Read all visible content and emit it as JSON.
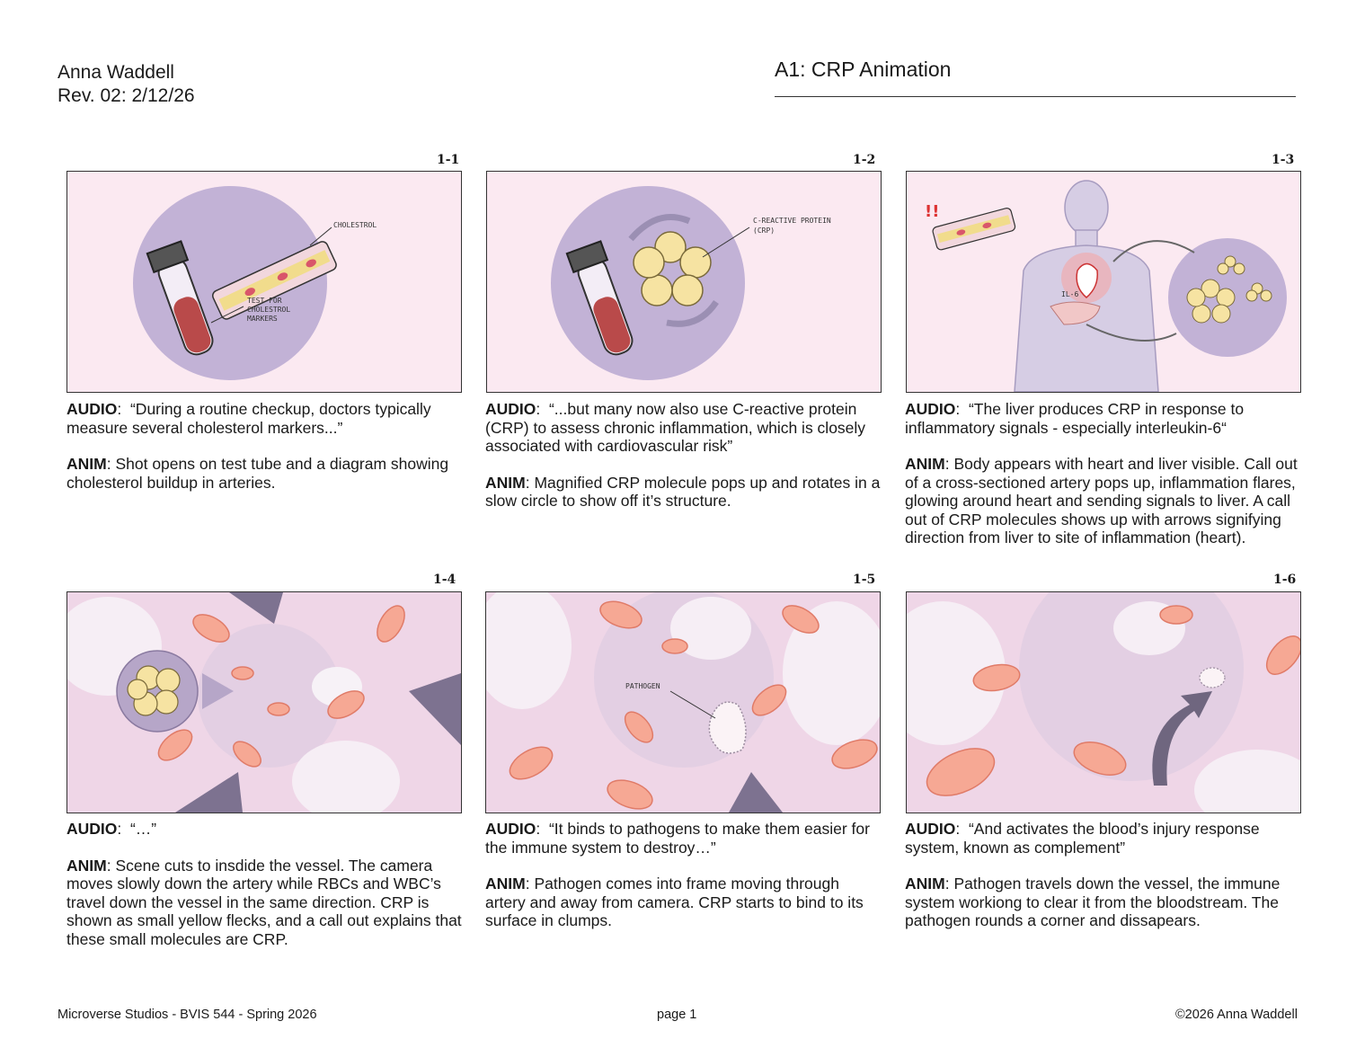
{
  "header": {
    "author": "Anna Waddell",
    "revision": "Rev. 02: 2/12/26",
    "title": "A1: CRP Animation"
  },
  "panels": [
    {
      "number": "1-1",
      "audio_label": "AUDIO",
      "audio": "“During a routine checkup, doctors typically measure several cholesterol markers...”",
      "anim_label": "ANIM",
      "anim": "Shot opens on test tube and a diagram showing cholesterol buildup in arteries.",
      "labels": [
        "CHOLESTROL",
        "TEST FOR",
        "CHOLESTROL",
        "MARKERS"
      ]
    },
    {
      "number": "1-2",
      "audio_label": "AUDIO",
      "audio": "“...but many now also use C-reactive protein (CRP) to assess chronic inflammation, which is closely associated with cardiovascular risk”",
      "anim_label": "ANIM",
      "anim": "Magnified CRP molecule pops up and rotates in a slow circle to show off it’s structure.",
      "labels": [
        "C-REACTIVE PROTEIN",
        "(CRP)"
      ]
    },
    {
      "number": "1-3",
      "audio_label": "AUDIO",
      "audio": "“The liver produces CRP in response to inflammatory signals - especially interleukin-6“",
      "anim_label": "ANIM",
      "anim": "Body appears with heart and liver visible. Call out of a cross-sectioned artery pops up, inflammation flares, glowing around heart and sending signals to liver. A call out of CRP molecules shows up with arrows signifying direction from liver to site of inflammation (heart).",
      "labels": [
        "IL-6"
      ]
    },
    {
      "number": "1-4",
      "audio_label": "AUDIO",
      "audio": "“…”",
      "anim_label": "ANIM",
      "anim": "Scene cuts to insdide the vessel. The camera moves slowly down the artery while RBCs and WBC’s travel down the vessel in the same direction. CRP is shown as small yellow flecks, and a call out explains that these small molecules are CRP.",
      "labels": []
    },
    {
      "number": "1-5",
      "audio_label": "AUDIO",
      "audio": "“It binds to pathogens to make them easier for the immune system to destroy…”",
      "anim_label": "ANIM",
      "anim": "Pathogen comes into frame moving through artery and away from camera. CRP starts to bind to its surface in clumps.",
      "labels": [
        "PATHOGEN"
      ]
    },
    {
      "number": "1-6",
      "audio_label": "AUDIO",
      "audio": "“And activates the blood’s injury response system, known as complement”",
      "anim_label": "ANIM",
      "anim": "Pathogen travels down the vessel, the immune system workiong to clear it from the bloodstream. The pathogen rounds a corner and dissapears.",
      "labels": []
    }
  ],
  "footer": {
    "left": "Microverse Studios - BVIS 544 - Spring 2026",
    "center": "page 1",
    "right": "©2026 Anna Waddell"
  },
  "colors": {
    "frame_bg": "#fbe9f1",
    "circle": "#c2b2d6",
    "crp": "#f6e3a2",
    "rbc": "#f4a08e",
    "arrow": "#7d7290"
  }
}
